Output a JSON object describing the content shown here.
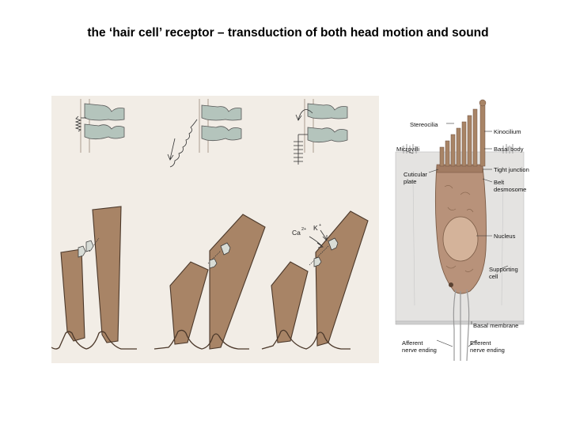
{
  "title": "the ‘hair cell’ receptor – transduction of both head motion and sound",
  "colors": {
    "panel_bg": "#f2ede6",
    "stereocilia_fill": "#a88466",
    "stereocilia_stroke": "#4b382a",
    "channel_fill": "#b4c4bc",
    "hair_cell_fill": "#b8927a",
    "supporting_cell_fill": "#e4e3e1"
  },
  "ions": {
    "calcium": "Ca",
    "calcium_charge": "2+",
    "potassium": "K",
    "potassium_charge": "+"
  },
  "labels": {
    "stereocilia": "Stereocilia",
    "kinocilium": "Kinocilium",
    "microvilli": "Microvilli",
    "basal_body": "Basal body",
    "tight_junction": "Tight junction",
    "cuticular_1": "Cuticular",
    "cuticular_2": "plate",
    "belt_1": "Belt",
    "belt_2": "desmosome",
    "nucleus": "Nucleus",
    "supporting_1": "Supporting",
    "supporting_2": "cell",
    "basal_membrane": "Basal membrane",
    "afferent_1": "Afferent",
    "afferent_2": "nerve ending",
    "efferent_1": "Efferent",
    "efferent_2": "nerve ending"
  }
}
